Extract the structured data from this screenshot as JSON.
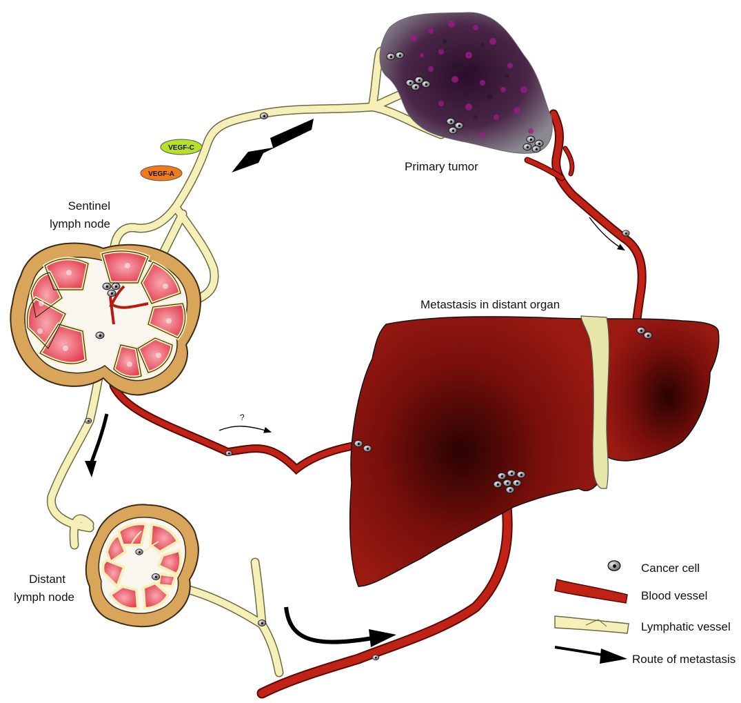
{
  "labels": {
    "primary_tumor": "Primary tumor",
    "sentinel_line1": "Sentinel",
    "sentinel_line2": "lymph node",
    "distant_line1": "Distant",
    "distant_line2": "lymph node",
    "metastasis": "Metastasis in distant organ",
    "question": "?",
    "vegf_c": "VEGF-C",
    "vegf_a": "VEGF-A"
  },
  "legend": {
    "cancer_cell": "Cancer cell",
    "blood_vessel": "Blood vessel",
    "lymphatic_vessel": "Lymphatic vessel",
    "route": "Route of metastasis"
  },
  "colors": {
    "blood": "#b81a10",
    "blood_dark": "#6a0a06",
    "lymph": "#f6f0b8",
    "lymph_stroke": "#6a6a40",
    "node_capsule": "#d9a55a",
    "node_lobe": "#e64656",
    "liver": "#8e1410",
    "tumor": "#55485a",
    "vegf_c": "#b7e02a",
    "vegf_a": "#ef7a1a",
    "cell": "#9a9aa2"
  }
}
